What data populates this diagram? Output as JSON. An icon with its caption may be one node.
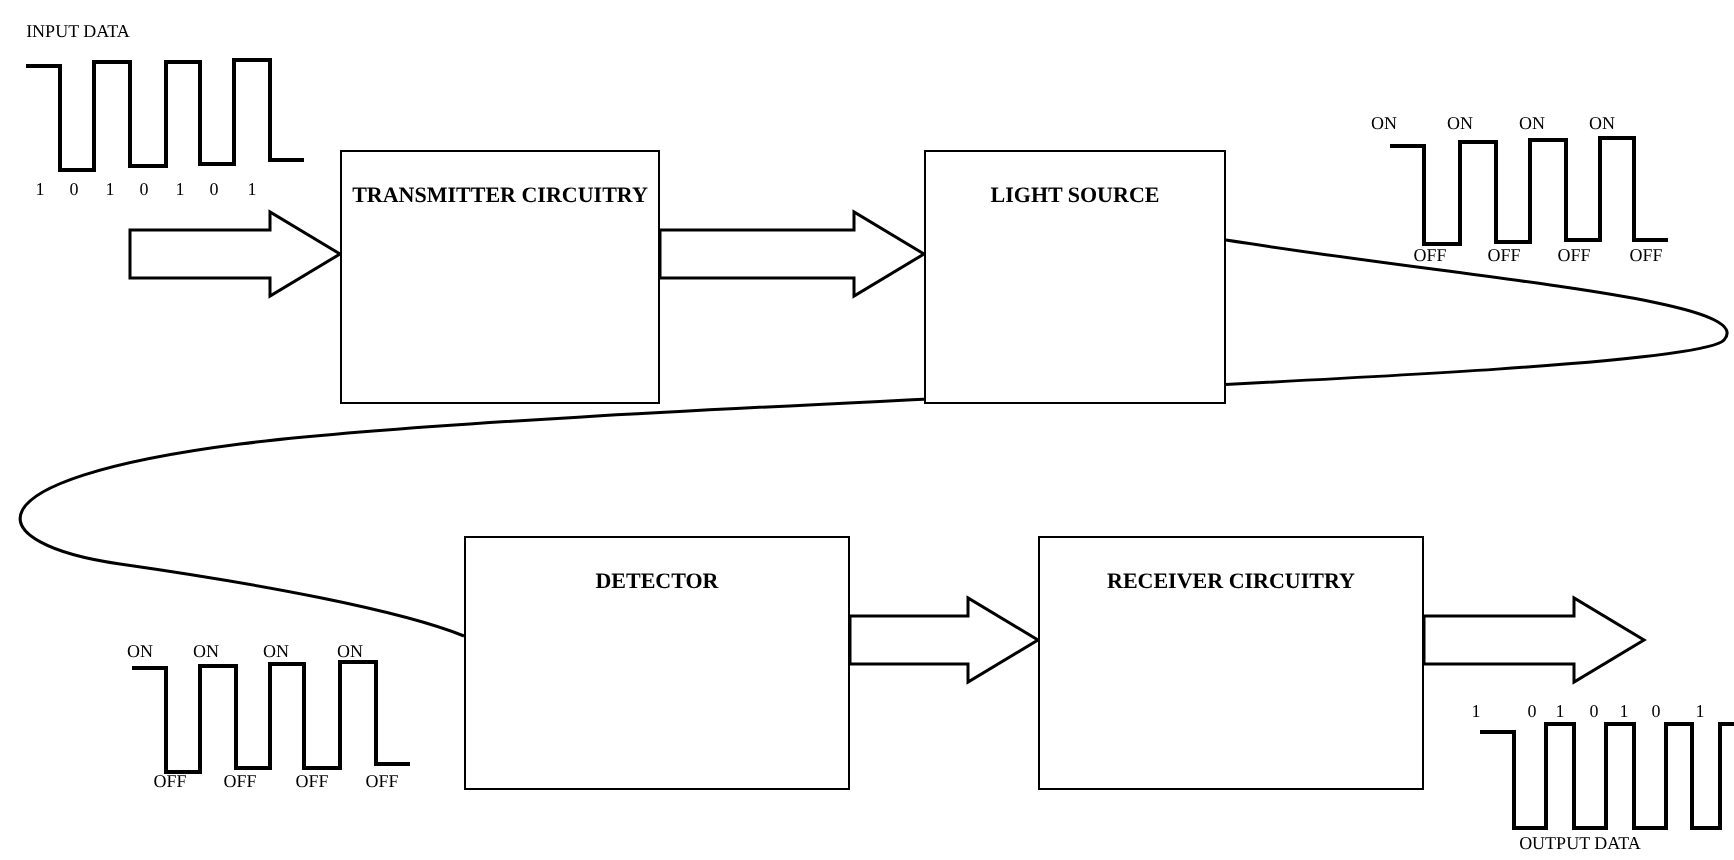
{
  "diagram": {
    "nodes": [
      {
        "text": [
          "TRANSMITTER CIRCUITRY"
        ]
      },
      {
        "text": [
          "LIGHT SOURCE"
        ]
      },
      {
        "text": [
          "DETECTOR"
        ]
      },
      {
        "text": [
          "RECEIVER CIRCUITRY"
        ]
      }
    ],
    "edges": [
      {
        "from": null,
        "to": 0,
        "arrow": "to"
      },
      {
        "from": 0,
        "to": 1,
        "arrow": "to"
      },
      {
        "from": 1,
        "to": 2,
        "arrow": "none"
      },
      {
        "from": 2,
        "to": 3,
        "arrow": "to"
      },
      {
        "from": 3,
        "to": null,
        "arrow": "to"
      }
    ],
    "labels": [
      "INPUT DATA",
      "1",
      "0",
      "1",
      "0",
      "1",
      "0",
      "1",
      "ON",
      "ON",
      "ON",
      "ON",
      "OFF",
      "OFF",
      "OFF",
      "OFF",
      "ON",
      "ON",
      "ON",
      "ON",
      "OFF",
      "OFF",
      "OFF",
      "OFF",
      "1",
      "0",
      "1",
      "0",
      "1",
      "0",
      "1",
      "OUTPUT DATA"
    ]
  }
}
